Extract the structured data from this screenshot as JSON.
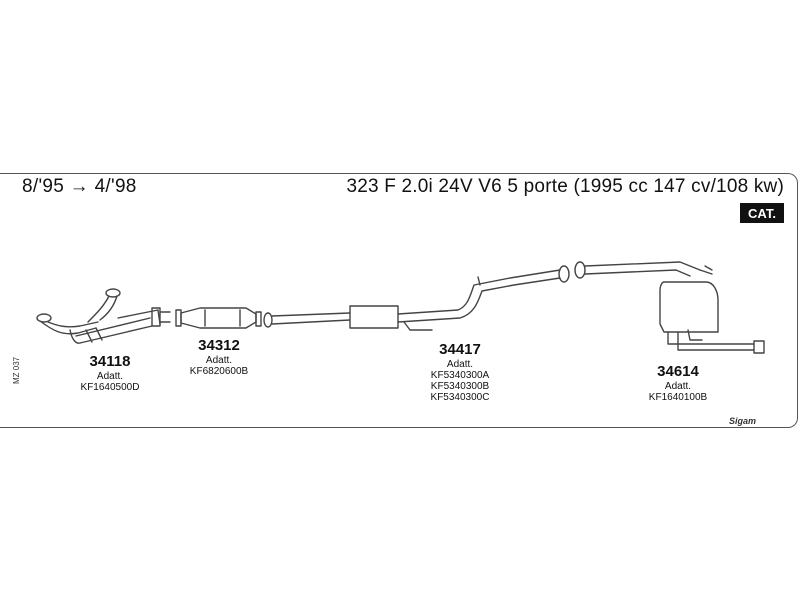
{
  "header": {
    "date_range": "8/'95 → 4/'98",
    "model_title": "323 F 2.0i 24V V6 5 porte (1995 cc 147 cv/108 kw)",
    "badge": "CAT."
  },
  "side_code": "MZ 037",
  "brand": "Sigam",
  "parts": [
    {
      "number": "34118",
      "adatt_label": "Adatt.",
      "codes": [
        "KF1640500D"
      ]
    },
    {
      "number": "34312",
      "adatt_label": "Adatt.",
      "codes": [
        "KF6820600B"
      ]
    },
    {
      "number": "34417",
      "adatt_label": "Adatt.",
      "codes": [
        "KF5340300A",
        "KF5340300B",
        "KF5340300C"
      ]
    },
    {
      "number": "34614",
      "adatt_label": "Adatt.",
      "codes": [
        "KF1640100B"
      ]
    }
  ]
}
